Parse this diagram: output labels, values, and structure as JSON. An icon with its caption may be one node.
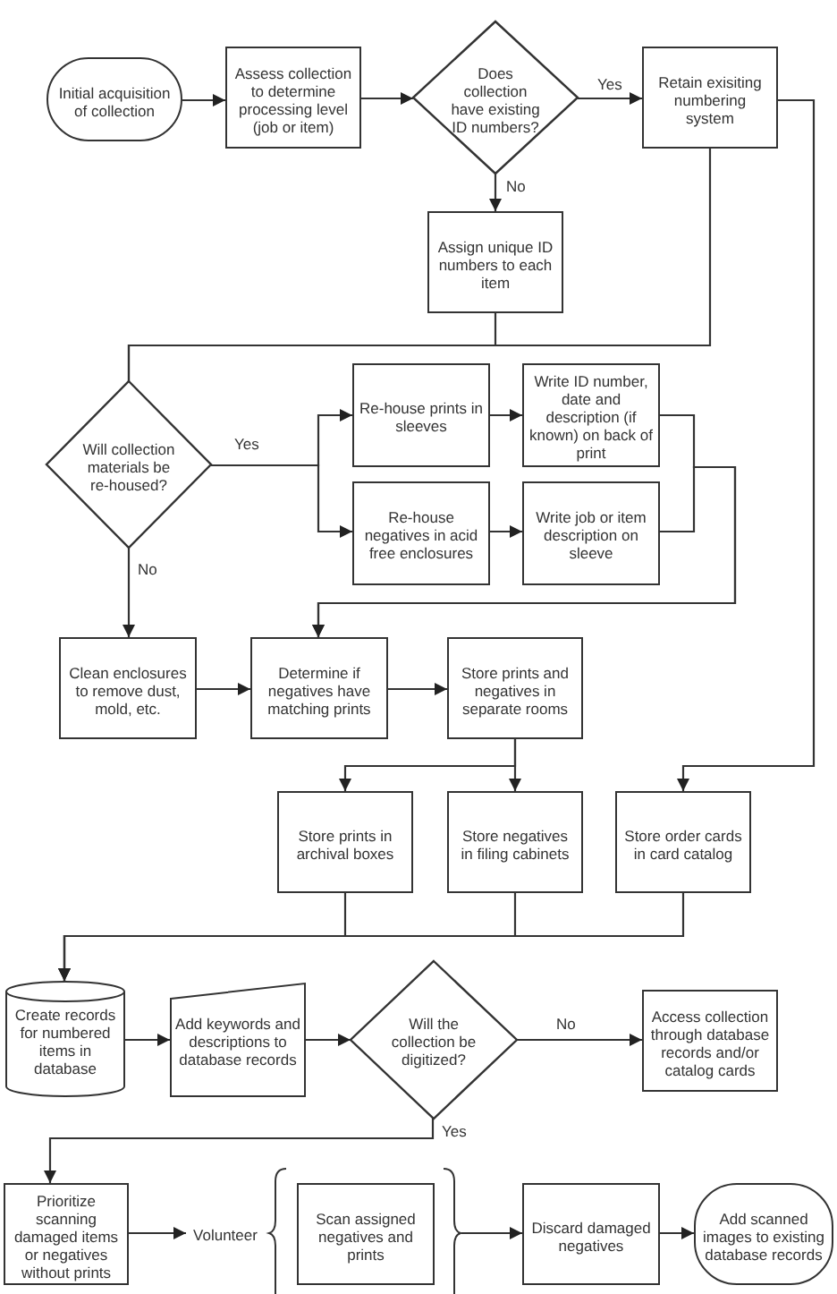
{
  "diagram": {
    "nodes": [
      {
        "text": [
          "Initial acquisition of collection"
        ]
      },
      {
        "text": [
          "Assess collection to determine processing level (job or item)"
        ]
      },
      {
        "text": [
          "Does collection have existing ID numbers?"
        ]
      },
      {
        "text": [
          "Retain exisiting numbering system"
        ]
      },
      {
        "text": [
          "Assign unique ID numbers to each item"
        ]
      },
      {
        "text": [
          "Will collection materials be re-housed?"
        ]
      },
      {
        "text": [
          "Re-house prints in sleeves"
        ]
      },
      {
        "text": [
          "Write ID number, date and description (if known) on back of print"
        ]
      },
      {
        "text": [
          "Re-house negatives in acid free enclosures"
        ]
      },
      {
        "text": [
          "Write job or item description on sleeve"
        ]
      },
      {
        "text": [
          "Clean enclosures to remove dust, mold, etc."
        ]
      },
      {
        "text": [
          "Determine if negatives have matching prints"
        ]
      },
      {
        "text": [
          "Store prints and negatives in separate rooms"
        ]
      },
      {
        "text": [
          "Store prints in archival boxes"
        ]
      },
      {
        "text": [
          "Store negatives in filing cabinets"
        ]
      },
      {
        "text": [
          "Store order cards in card catalog"
        ]
      },
      {
        "text": [
          "Create records for numbered items in database"
        ]
      },
      {
        "text": [
          "Add keywords and descriptions to database records"
        ]
      },
      {
        "text": [
          "Will the collection be digitized?"
        ]
      },
      {
        "text": [
          "Access collection through database records and/or catalog cards"
        ]
      },
      {
        "text": [
          "Prioritize scanning damaged items or negatives without prints"
        ]
      },
      {
        "text": [
          "Volunteer"
        ]
      },
      {
        "text": [],
        "shape": "brace"
      },
      {
        "text": [
          "Scan assigned negatives and prints"
        ],
        "in": 22
      },
      {
        "text": [
          "Discard damaged negatives"
        ]
      },
      {
        "text": [
          "Add scanned images to existing database records"
        ]
      }
    ],
    "edges": [
      {
        "from": 0,
        "to": 1,
        "arrow": "to"
      },
      {
        "from": 1,
        "to": 2,
        "arrow": "to"
      },
      {
        "from": 2,
        "to": 3,
        "arrow": "to",
        "label": "Yes"
      },
      {
        "from": 2,
        "to": 4,
        "arrow": "to",
        "label": "No"
      },
      {
        "from": 4,
        "to": 5,
        "arrow": "none"
      },
      {
        "from": 3,
        "to": 5,
        "arrow": "none"
      },
      {
        "from": 3,
        "to": 15,
        "arrow": "to"
      },
      {
        "from": 5,
        "to": 6,
        "arrow": "to",
        "label": "Yes"
      },
      {
        "from": 5,
        "to": 8,
        "arrow": "to"
      },
      {
        "from": 6,
        "to": 7,
        "arrow": "to"
      },
      {
        "from": 8,
        "to": 9,
        "arrow": "to"
      },
      {
        "from": 7,
        "to": 11,
        "arrow": "to"
      },
      {
        "from": 9,
        "to": 11,
        "arrow": "to"
      },
      {
        "from": 5,
        "to": 10,
        "arrow": "to",
        "label": "No"
      },
      {
        "from": 10,
        "to": 11,
        "arrow": "to"
      },
      {
        "from": 11,
        "to": 12,
        "arrow": "to"
      },
      {
        "from": 12,
        "to": 13,
        "arrow": "to"
      },
      {
        "from": 12,
        "to": 14,
        "arrow": "to"
      },
      {
        "from": 13,
        "to": 16,
        "arrow": "to"
      },
      {
        "from": 14,
        "to": 16,
        "arrow": "to"
      },
      {
        "from": 15,
        "to": 16,
        "arrow": "to"
      },
      {
        "from": 16,
        "to": 17,
        "arrow": "to"
      },
      {
        "from": 17,
        "to": 18,
        "arrow": "to"
      },
      {
        "from": 18,
        "to": 19,
        "arrow": "to",
        "label": "No"
      },
      {
        "from": 18,
        "to": 20,
        "arrow": "to",
        "label": "Yes"
      },
      {
        "from": 20,
        "to": 21,
        "arrow": "to"
      },
      {
        "from": 22,
        "to": 24,
        "arrow": "to"
      },
      {
        "from": 24,
        "to": 25,
        "arrow": "to"
      }
    ]
  }
}
